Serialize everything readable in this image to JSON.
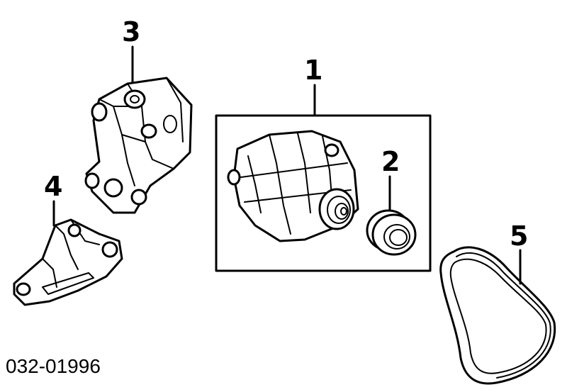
{
  "diagram": {
    "callouts": [
      "1",
      "2",
      "3",
      "4",
      "5"
    ],
    "part_code": "032-01996"
  }
}
